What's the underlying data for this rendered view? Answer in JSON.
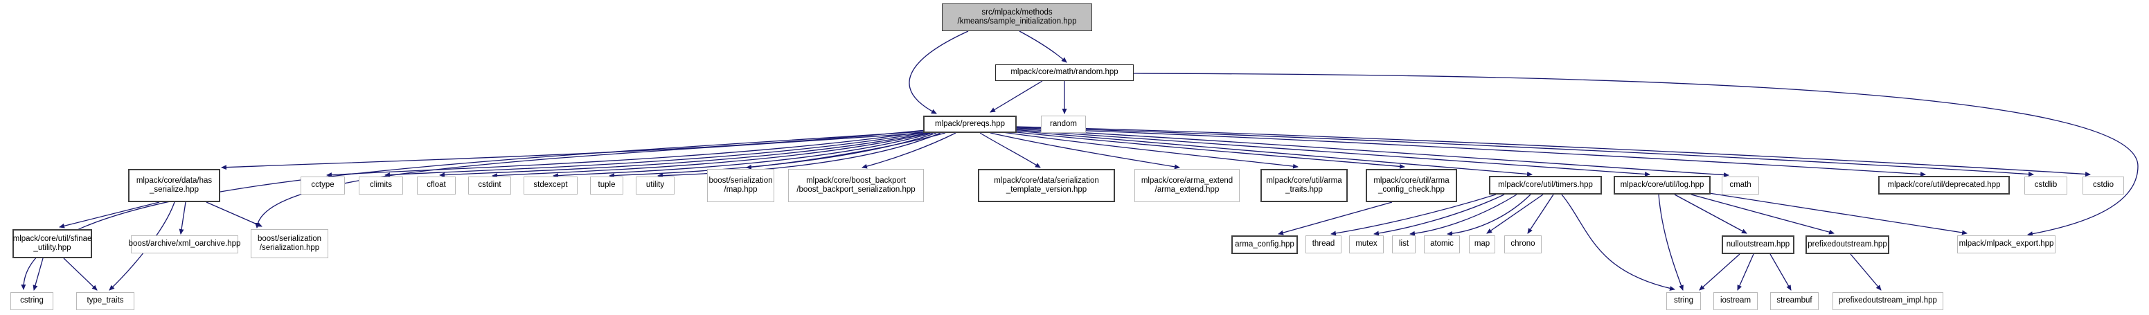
{
  "graph": {
    "title": "Doxygen include dependency graph",
    "edge_color": "#191970",
    "root_fill": "#bfbfbf",
    "nodes": {
      "sample_initialization": {
        "label": "src/mlpack/methods\n/kmeans/sample_initialization.hpp"
      },
      "random_hpp": {
        "label": "mlpack/core/math/random.hpp"
      },
      "prereqs": {
        "label": "mlpack/prereqs.hpp"
      },
      "random": {
        "label": "random"
      },
      "has_serialize": {
        "label": "mlpack/core/data/has\n_serialize.hpp"
      },
      "cctype": {
        "label": "cctype"
      },
      "climits": {
        "label": "climits"
      },
      "cfloat": {
        "label": "cfloat"
      },
      "cstdint": {
        "label": "cstdint"
      },
      "stdexcept": {
        "label": "stdexcept"
      },
      "tuple": {
        "label": "tuple"
      },
      "utility": {
        "label": "utility"
      },
      "boost_ser_map": {
        "label": "boost/serialization\n/map.hpp"
      },
      "boost_backport": {
        "label": "mlpack/core/boost_backport\n/boost_backport_serialization.hpp"
      },
      "ser_template_version": {
        "label": "mlpack/core/data/serialization\n_template_version.hpp"
      },
      "arma_extend": {
        "label": "mlpack/core/arma_extend\n/arma_extend.hpp"
      },
      "arma_traits": {
        "label": "mlpack/core/util/arma\n_traits.hpp"
      },
      "arma_config_check": {
        "label": "mlpack/core/util/arma\n_config_check.hpp"
      },
      "timers": {
        "label": "mlpack/core/util/timers.hpp"
      },
      "log": {
        "label": "mlpack/core/util/log.hpp"
      },
      "cmath": {
        "label": "cmath"
      },
      "deprecated": {
        "label": "mlpack/core/util/deprecated.hpp"
      },
      "cstdlib": {
        "label": "cstdlib"
      },
      "cstdio": {
        "label": "cstdio"
      },
      "sfinae": {
        "label": "mlpack/core/util/sfinae\n_utility.hpp"
      },
      "xml_oarchive": {
        "label": "boost/archive/xml_oarchive.hpp"
      },
      "ser_serialization": {
        "label": "boost/serialization\n/serialization.hpp"
      },
      "arma_config": {
        "label": "arma_config.hpp"
      },
      "thread": {
        "label": "thread"
      },
      "mutex": {
        "label": "mutex"
      },
      "list": {
        "label": "list"
      },
      "atomic": {
        "label": "atomic"
      },
      "map": {
        "label": "map"
      },
      "chrono": {
        "label": "chrono"
      },
      "nulloutstream": {
        "label": "nulloutstream.hpp"
      },
      "prefixedoutstream": {
        "label": "prefixedoutstream.hpp"
      },
      "mlpack_export": {
        "label": "mlpack/mlpack_export.hpp"
      },
      "cstring": {
        "label": "cstring"
      },
      "type_traits": {
        "label": "type_traits"
      },
      "string": {
        "label": "string"
      },
      "iostream": {
        "label": "iostream"
      },
      "streambuf": {
        "label": "streambuf"
      },
      "prefixedoutstream_impl": {
        "label": "prefixedoutstream_impl.hpp"
      }
    }
  }
}
